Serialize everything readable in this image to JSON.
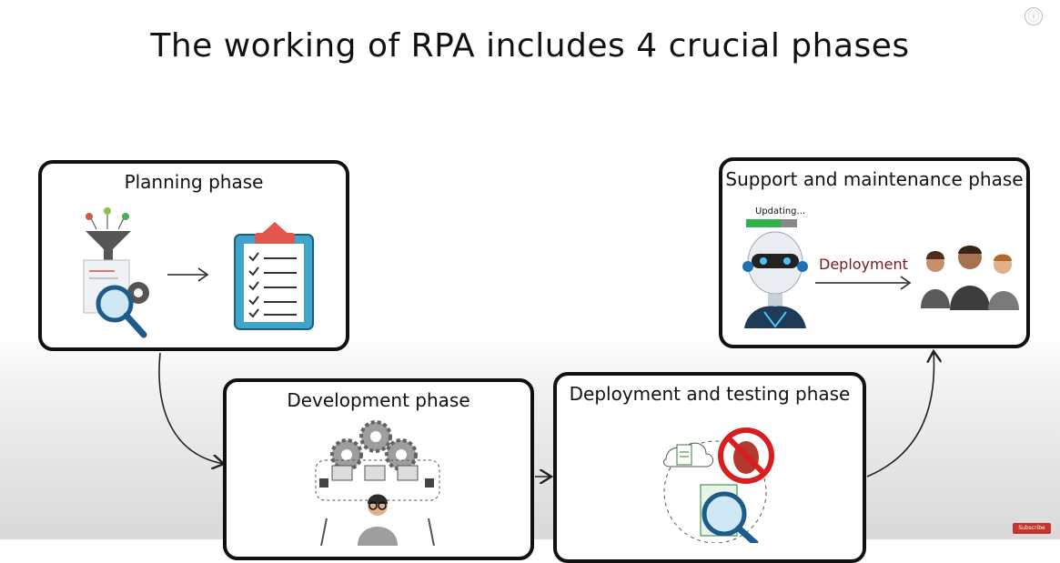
{
  "title": "The working of RPA includes 4 crucial phases",
  "info_icon": "ⓘ",
  "panels": {
    "planning": {
      "title": "Planning phase"
    },
    "development": {
      "title": "Development phase"
    },
    "deployment_testing": {
      "title": "Deployment and testing phase"
    },
    "support": {
      "title": "Support and maintenance phase",
      "updating_label": "Updating...",
      "deployment_label": "Deployment"
    }
  },
  "subscribe_label": "Subscribe",
  "colors": {
    "panel_border": "#111111",
    "progress_green": "#2fb34a",
    "clipboard_blue": "#3fa6c9",
    "clipboard_red": "#e2574c",
    "stop_red": "#d81e1e"
  },
  "icons": [
    "info-icon",
    "funnel-icon",
    "magnifier-icon",
    "gear-icon",
    "arrow-right-icon",
    "clipboard-checklist-icon",
    "robot-icon",
    "people-group-icon",
    "developer-icon",
    "no-bug-icon",
    "document-icon",
    "cloud-icon"
  ]
}
